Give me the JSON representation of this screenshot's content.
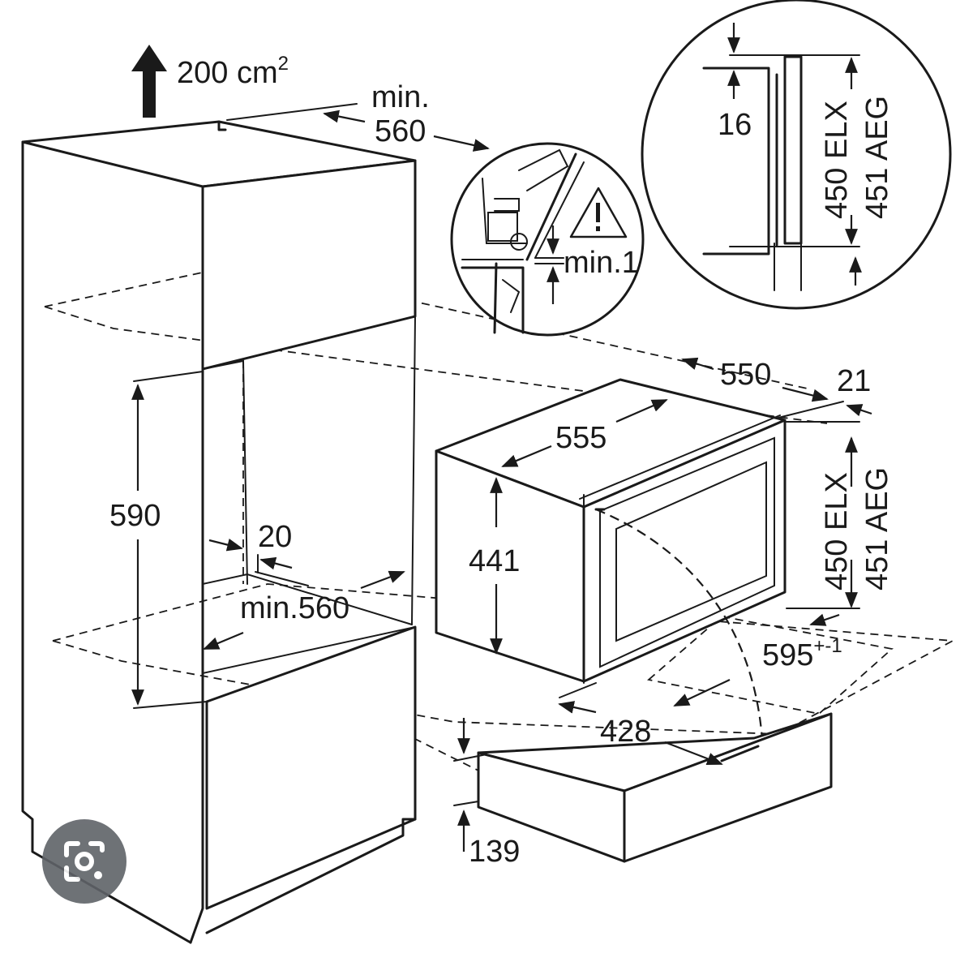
{
  "labels": {
    "vent_area": "200 cm",
    "vent_area_sup": "2",
    "top_depth_min": "min.",
    "top_depth": "560",
    "niche_height": "590",
    "gap": "20",
    "niche_depth": "min.560",
    "oven_depth": "550",
    "oven_inner_depth": "555",
    "panel_thickness": "21",
    "oven_height": "441",
    "front_height_elx": "450 ELX",
    "front_height_aeg": "451 AEG",
    "oven_width": "595",
    "oven_width_tol": "+-1",
    "door_width": "428",
    "drawer_height": "139",
    "detail_gap": "min.1",
    "detail_height_elx": "450 ELX",
    "detail_height_aeg": "451 AEG",
    "detail_gap_16": "16"
  },
  "icons": {
    "warning": "warning-triangle-icon",
    "lens": "google-lens-icon"
  },
  "colors": {
    "line": "#1a1a1a",
    "background": "#ffffff",
    "badge": "#5f6368"
  }
}
